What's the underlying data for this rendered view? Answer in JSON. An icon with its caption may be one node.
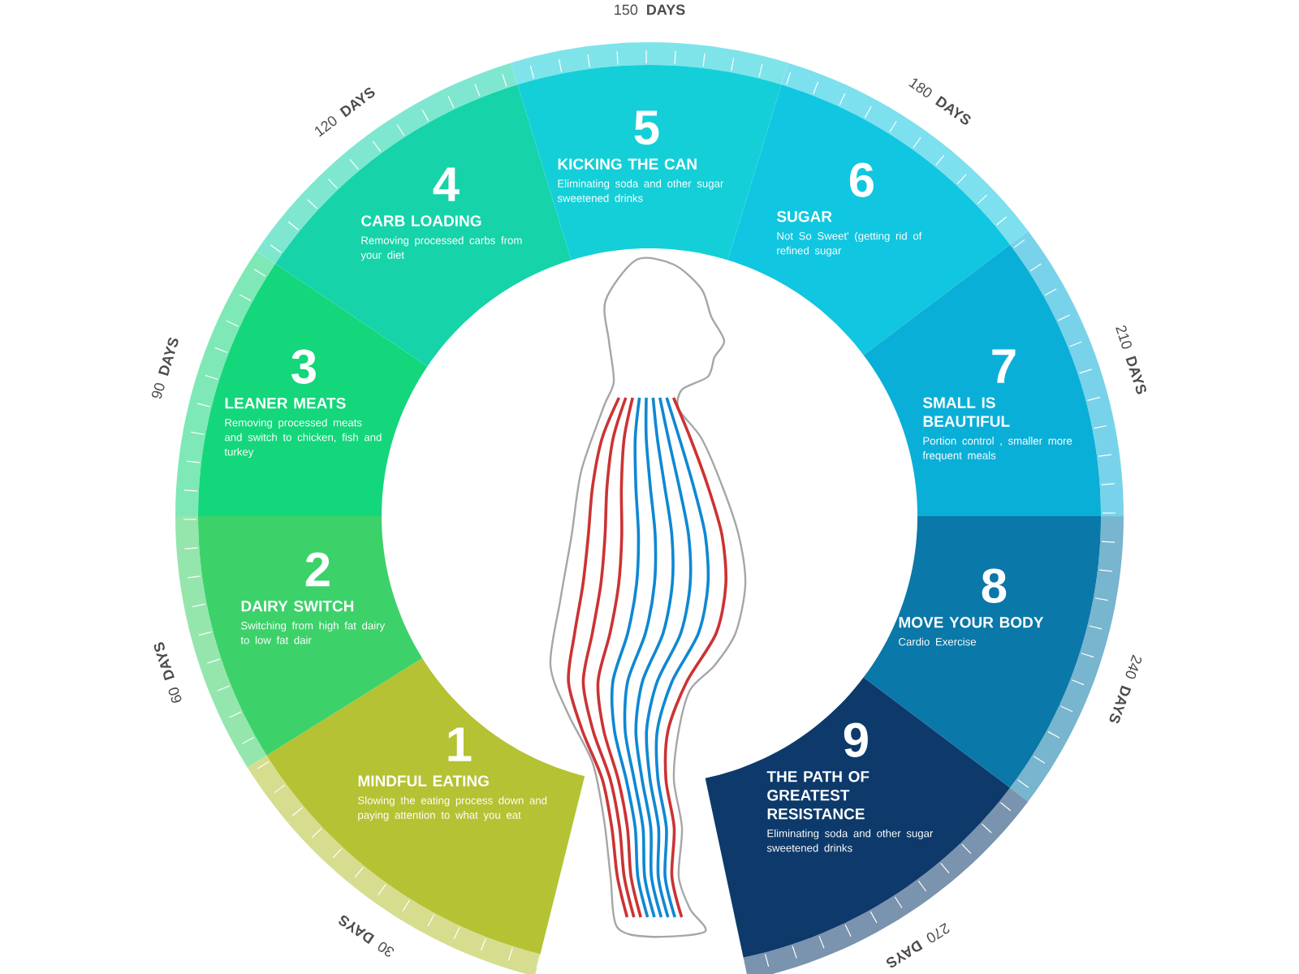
{
  "diagram": {
    "nodes": [
      {
        "text": [
          "1",
          "MINDFUL EATING",
          "Slowing the eating process down and paying attention to what you eat"
        ]
      },
      {
        "text": [
          "2",
          "DAIRY SWITCH",
          "Switching from high fat dairy to low fat dair"
        ]
      },
      {
        "text": [
          "3",
          "LEANER MEATS",
          "Removing processed meats and switch to chicken, fish and turkey"
        ]
      },
      {
        "text": [
          "4",
          "CARB LOADING",
          "Removing processed carbs from your diet"
        ]
      },
      {
        "text": [
          "5",
          "KICKING THE CAN",
          "Eliminating soda and other sugar sweetened drinks"
        ]
      },
      {
        "text": [
          "6",
          "SUGAR",
          "Not So Sweet' (getting rid of refined sugar"
        ]
      },
      {
        "text": [
          "7",
          "SMALL IS BEAUTIFUL",
          "Portion control , smaller more frequent meals"
        ]
      },
      {
        "text": [
          "8",
          "MOVE YOUR BODY",
          "Cardio Exercise"
        ]
      },
      {
        "text": [
          "9",
          "THE PATH OF GREATEST RESISTANCE",
          "Eliminating soda and other sugar sweetened drinks"
        ]
      }
    ],
    "labels": [
      "150 **DAYS**",
      "120 **DAYS**",
      "180 **DAYS**",
      "90 **DAYS**",
      "210 **DAYS**",
      "60 **DAYS**",
      "240 **DAYS**",
      "30 **DAYS**",
      "270 **DAYS**"
    ]
  }
}
